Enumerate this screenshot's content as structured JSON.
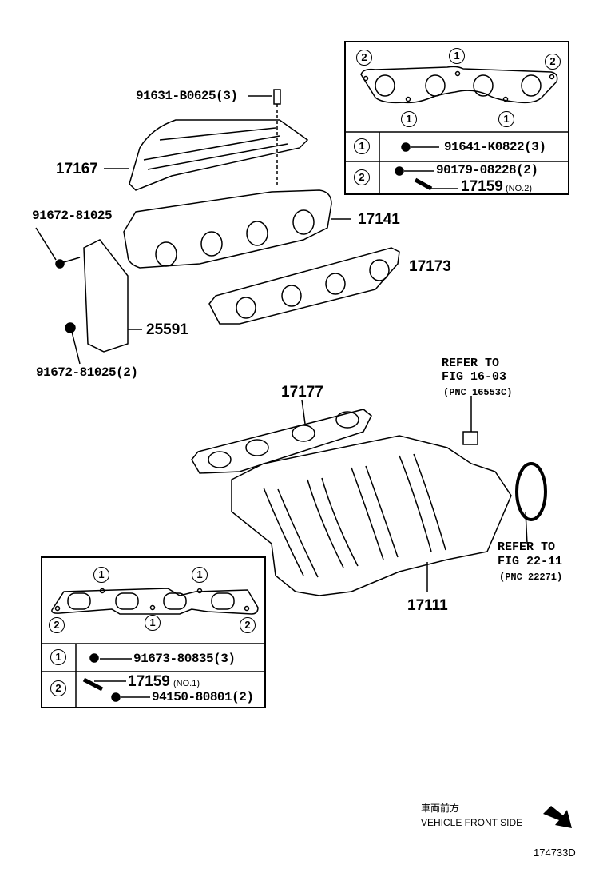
{
  "callouts": {
    "bolt_top": "91631-B0625(3)",
    "heat_insulator": "17167",
    "bolt_left": "91672-81025",
    "exhaust_manifold": "17141",
    "exhaust_gasket": "17173",
    "bracket": "25591",
    "bolt_bottom_left": "91672-81025(2)",
    "intake_gasket": "17177",
    "intake_manifold": "17111"
  },
  "refer_1": {
    "line1": "REFER TO",
    "line2": "FIG 16-03",
    "line3": "(PNC 16553C)"
  },
  "refer_2": {
    "line1": "REFER TO",
    "line2": "FIG 22-11",
    "line3": "(PNC 22271)"
  },
  "box_exhaust": {
    "markers": [
      "2",
      "1",
      "2",
      "1",
      "1"
    ],
    "rows": [
      {
        "key": "1",
        "parts": [
          {
            "number": "91641-K0822(3)"
          }
        ]
      },
      {
        "key": "2",
        "parts": [
          {
            "number": "90179-08228(2)"
          },
          {
            "number": "17159",
            "suffix": "(NO.2)"
          }
        ]
      }
    ]
  },
  "box_intake": {
    "markers": [
      "1",
      "1",
      "2",
      "1",
      "2"
    ],
    "rows": [
      {
        "key": "1",
        "parts": [
          {
            "number": "91673-80835(3)"
          }
        ]
      },
      {
        "key": "2",
        "parts": [
          {
            "number": "17159",
            "suffix": "(NO.1)"
          },
          {
            "number": "94150-80801(2)"
          }
        ]
      }
    ]
  },
  "orientation": {
    "jp": "車両前方",
    "en": "VEHICLE FRONT SIDE"
  },
  "figure_id": "174733D"
}
